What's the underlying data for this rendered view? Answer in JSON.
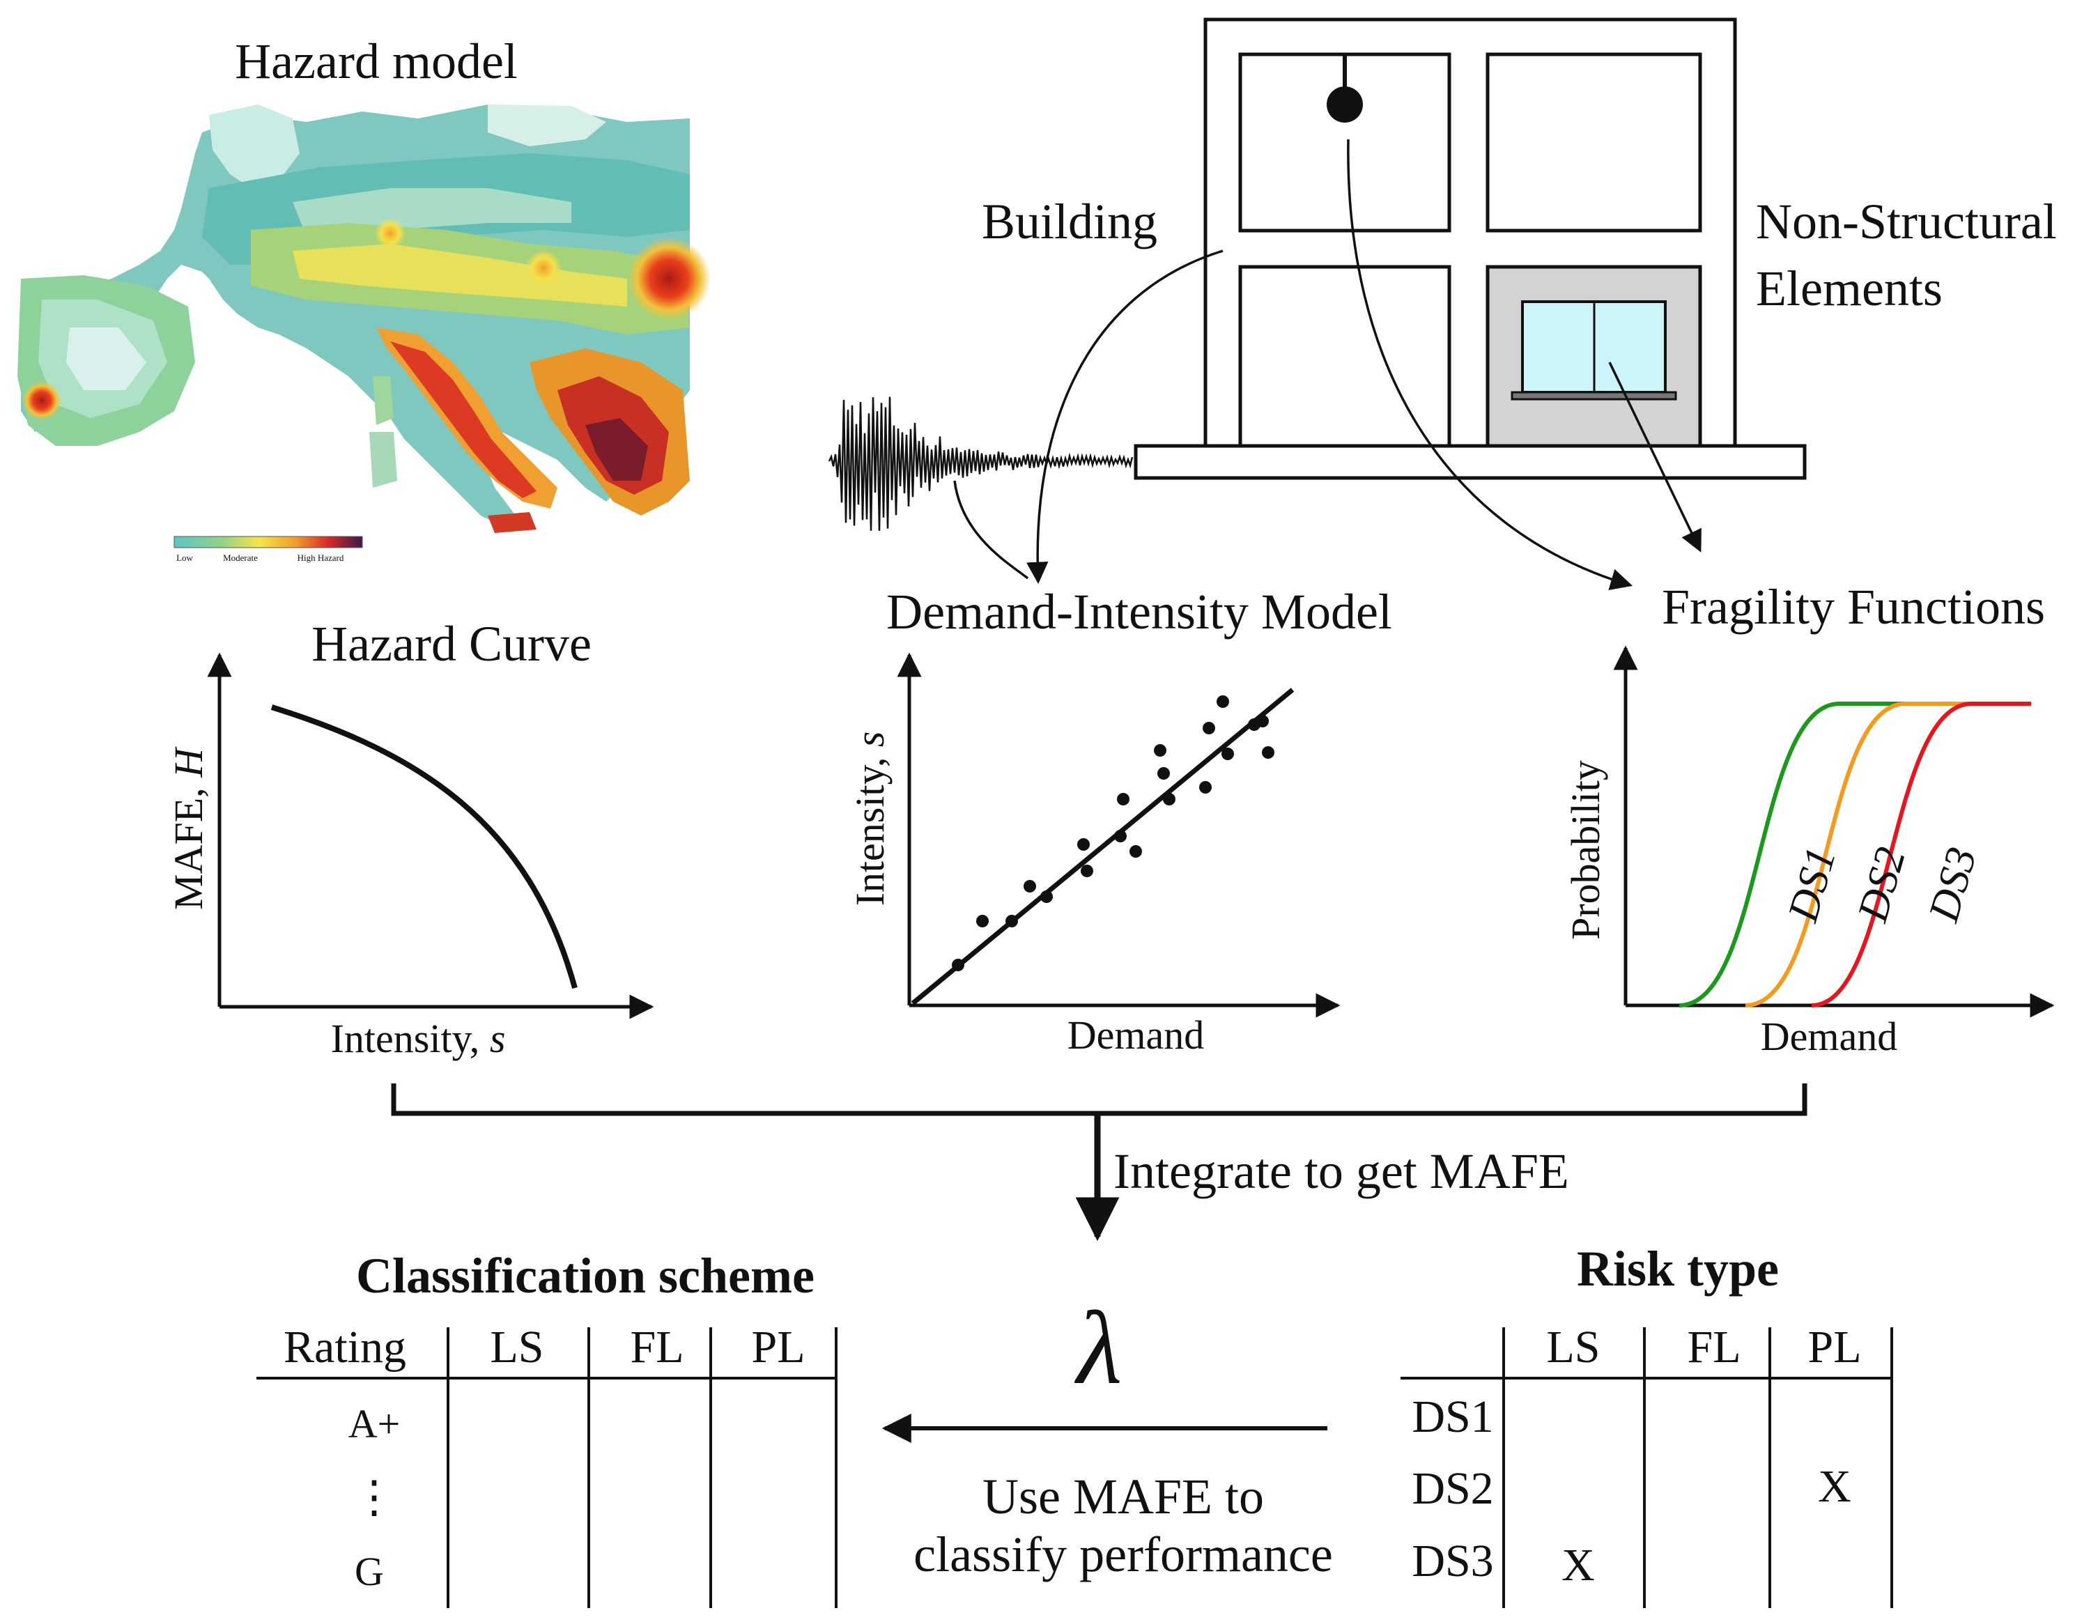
{
  "hazard_model": {
    "title": "Hazard model"
  },
  "building": {
    "building_label": "Building",
    "nse_label_line1": "Non-Structural",
    "nse_label_line2": "Elements"
  },
  "hazard_curve": {
    "title": "Hazard Curve",
    "ylabel_prefix": "MAFE, ",
    "ylabel_var": "H",
    "xlabel_prefix": "Intensity, ",
    "xlabel_var": "s"
  },
  "demand_intensity": {
    "title": "Demand-Intensity Model",
    "ylabel_prefix": "Intensity, ",
    "ylabel_var": "s",
    "xlabel": "Demand"
  },
  "fragility": {
    "title": "Fragility Functions",
    "ylabel": "Probability",
    "xlabel": "Demand",
    "curves": [
      {
        "label": "DS1",
        "color": "#1a9a1a"
      },
      {
        "label": "DS2",
        "color": "#f59a1a"
      },
      {
        "label": "DS3",
        "color": "#e8151d"
      }
    ]
  },
  "integration": {
    "label": "Integrate to get MAFE",
    "symbol": "λ",
    "classify_line1": "Use MAFE to",
    "classify_line2": "classify performance"
  },
  "classification": {
    "title": "Classification scheme",
    "headers": [
      "Rating",
      "LS",
      "FL",
      "PL"
    ],
    "rows": [
      "A+",
      "⋮",
      "G"
    ]
  },
  "risk_type": {
    "title": "Risk type",
    "headers": [
      "LS",
      "FL",
      "PL"
    ],
    "rows": [
      "DS1",
      "DS2",
      "DS3"
    ],
    "marks": [
      {
        "row": "DS2",
        "col": "PL",
        "text": "X"
      },
      {
        "row": "DS3",
        "col": "LS",
        "text": "X"
      }
    ]
  },
  "map_legend_labels": [
    "Low",
    "Moderate",
    "High Hazard"
  ],
  "colors": {
    "window_glass": "#ccf5f9",
    "window_frame": "#d3d3d3"
  }
}
